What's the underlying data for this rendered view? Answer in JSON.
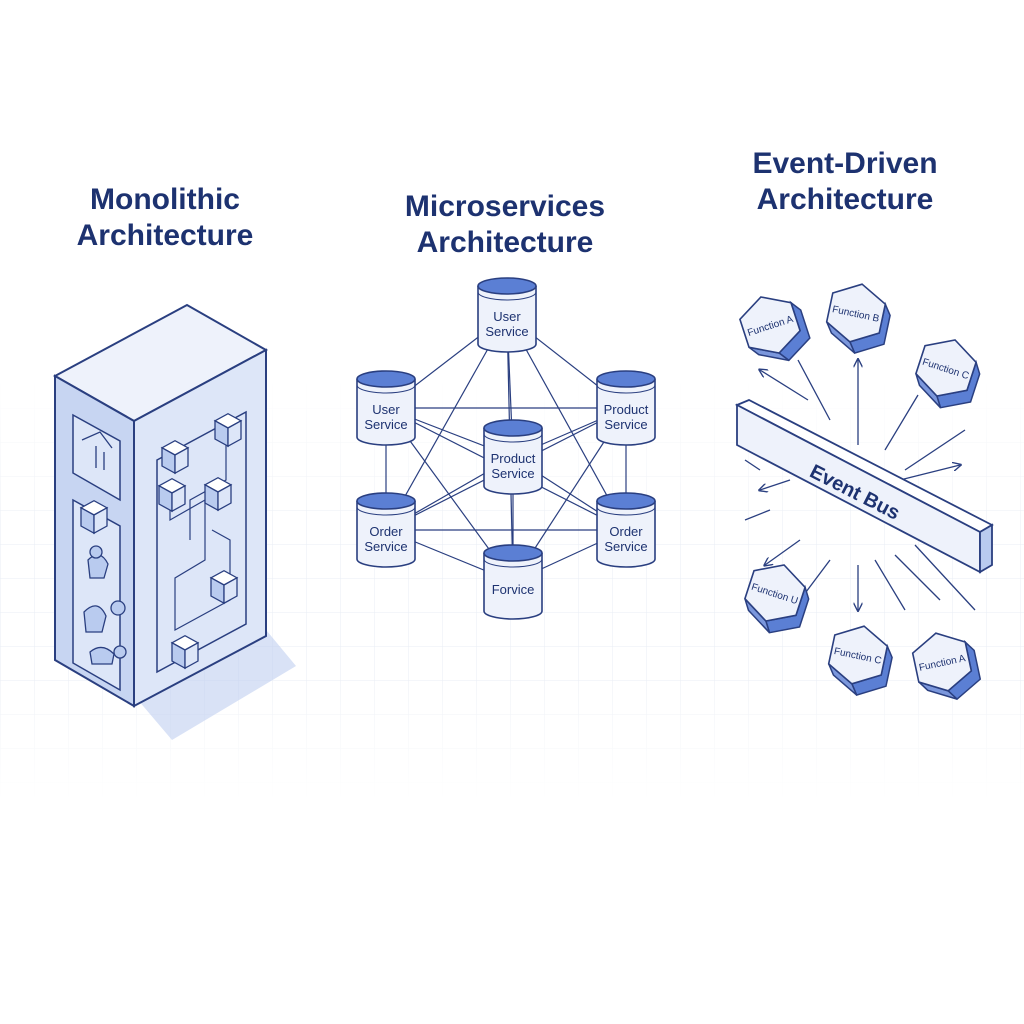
{
  "panels": {
    "monolithic": {
      "title_line1": "Monolithic",
      "title_line2": "Architecture"
    },
    "microservices": {
      "title_line1": "Microservices",
      "title_line2": "Architecture",
      "nodes": {
        "user_top": [
          "User",
          "Service"
        ],
        "user_left": [
          "User",
          "Service"
        ],
        "product_right": [
          "Product",
          "Service"
        ],
        "product_center": [
          "Product",
          "Service"
        ],
        "order_left": [
          "Order",
          "Service"
        ],
        "order_right": [
          "Order",
          "Service"
        ],
        "bottom": [
          "Forvice"
        ]
      }
    },
    "event_driven": {
      "title_line1": "Event-Driven",
      "title_line2": "Architecture",
      "bus_label": "Event Bus",
      "functions": {
        "fn1": "Function A",
        "fn2": "Function B",
        "fn3": "Function C",
        "fn4": "Function U",
        "fn5": "Function C",
        "fn6": "Function A"
      }
    }
  },
  "colors": {
    "primary": "#1d3270",
    "accent": "#5b7fd4",
    "fill_light": "#dde6f8",
    "fill_mid": "#b9cbef",
    "line": "#2a3f80",
    "grid": "#e8ecf3"
  }
}
